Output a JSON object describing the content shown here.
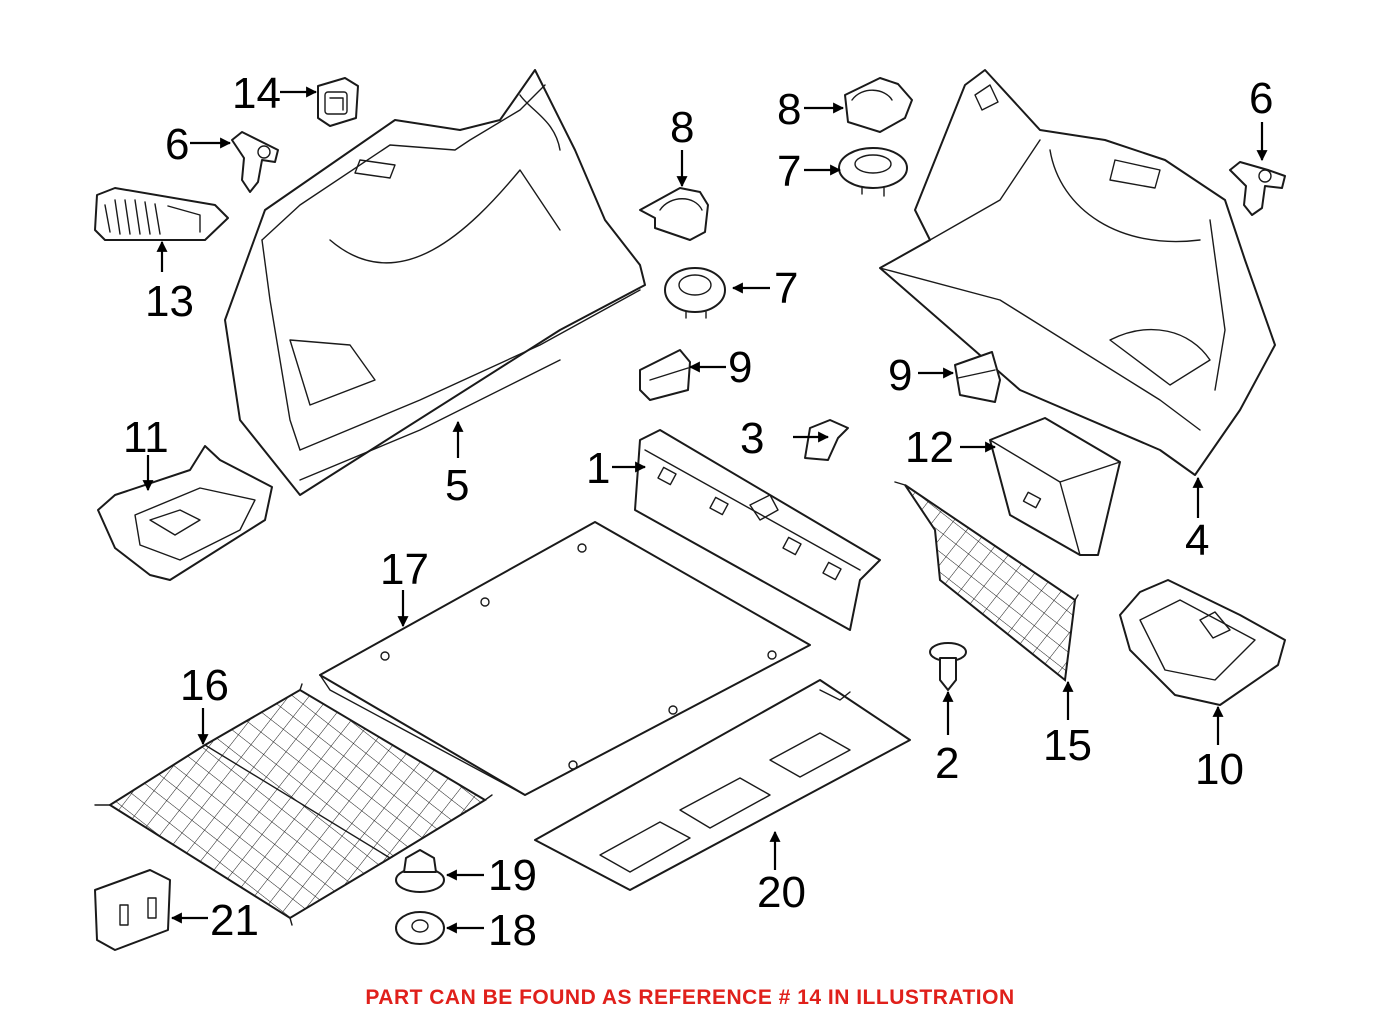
{
  "callouts": {
    "c1": "1",
    "c2": "2",
    "c3": "3",
    "c4": "4",
    "c5": "5",
    "c6a": "6",
    "c6b": "6",
    "c7a": "7",
    "c7b": "7",
    "c8a": "8",
    "c8b": "8",
    "c9a": "9",
    "c9b": "9",
    "c10": "10",
    "c11": "11",
    "c12": "12",
    "c13": "13",
    "c14": "14",
    "c15": "15",
    "c16": "16",
    "c17": "17",
    "c18": "18",
    "c19": "19",
    "c20": "20",
    "c21": "21"
  },
  "footer": "PART CAN BE FOUND AS REFERENCE # 14 IN ILLUSTRATION",
  "colors": {
    "footer": "#e0201b",
    "line": "#1a1a1a"
  }
}
